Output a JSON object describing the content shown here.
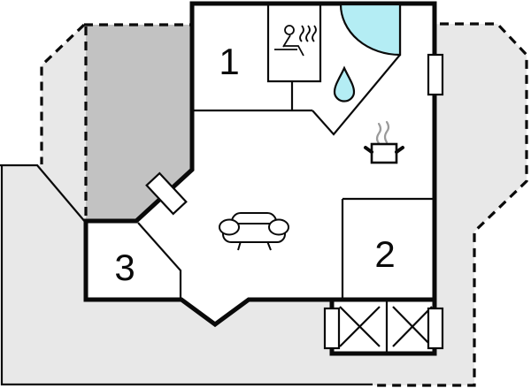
{
  "floorplan": {
    "rooms": [
      {
        "label": "1"
      },
      {
        "label": "2"
      },
      {
        "label": "3"
      }
    ],
    "icons": {
      "sauna": "sauna-icon",
      "shower": "shower-icon",
      "water_drop": "water-drop-icon",
      "stove": "stove-pot-icon",
      "sofa": "sofa-icon",
      "beds": "crossed-box-icon",
      "entrance_door": "door-marker",
      "window": "window-marker"
    },
    "colors": {
      "terrace_light": "#e8e8e8",
      "terrace_dark": "#c2c2c2",
      "water": "#b4edf4",
      "line": "#0a0a0a",
      "floor": "#ffffff",
      "steam_gray": "#9a9a9a"
    }
  }
}
